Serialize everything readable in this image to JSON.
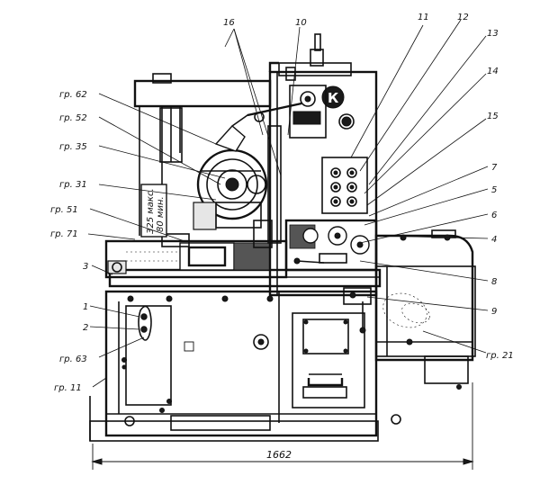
{
  "callouts": {
    "c16": "16",
    "c10": "10",
    "c11": "11",
    "c12": "12",
    "c13": "13",
    "c14": "14",
    "c15": "15",
    "c7": "7",
    "c5": "5",
    "c6": "6",
    "c4": "4",
    "c8": "8",
    "c9": "9",
    "c3": "3",
    "c1": "1",
    "c2": "2",
    "gr62": "гр. 62",
    "gr52": "гр. 52",
    "gr35": "гр. 35",
    "gr31": "гр. 31",
    "gr51": "гр. 51",
    "gr71": "гр. 71",
    "gr63": "гр. 63",
    "gr11": "гр. 11",
    "gr21": "гр. 21"
  },
  "plate": {
    "line1": "325 макс.",
    "line2": "80 мин."
  },
  "badge": "К",
  "dimension": "1662",
  "icons": [
    "lamp-icon",
    "handwheel-icon",
    "handle-icon",
    "motor-icon"
  ]
}
